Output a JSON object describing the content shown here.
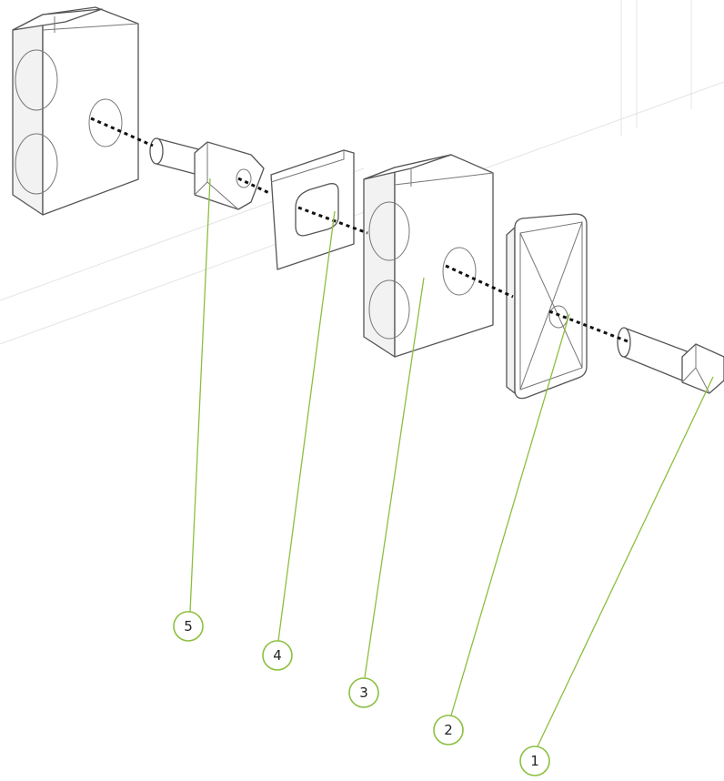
{
  "callouts": [
    {
      "id": 5,
      "label": "5"
    },
    {
      "id": 4,
      "label": "4"
    },
    {
      "id": 3,
      "label": "3"
    },
    {
      "id": 2,
      "label": "2"
    },
    {
      "id": 1,
      "label": "1"
    }
  ],
  "colors": {
    "leader": "#8cbf3f",
    "outline": "#555555",
    "axis": "#111111"
  }
}
